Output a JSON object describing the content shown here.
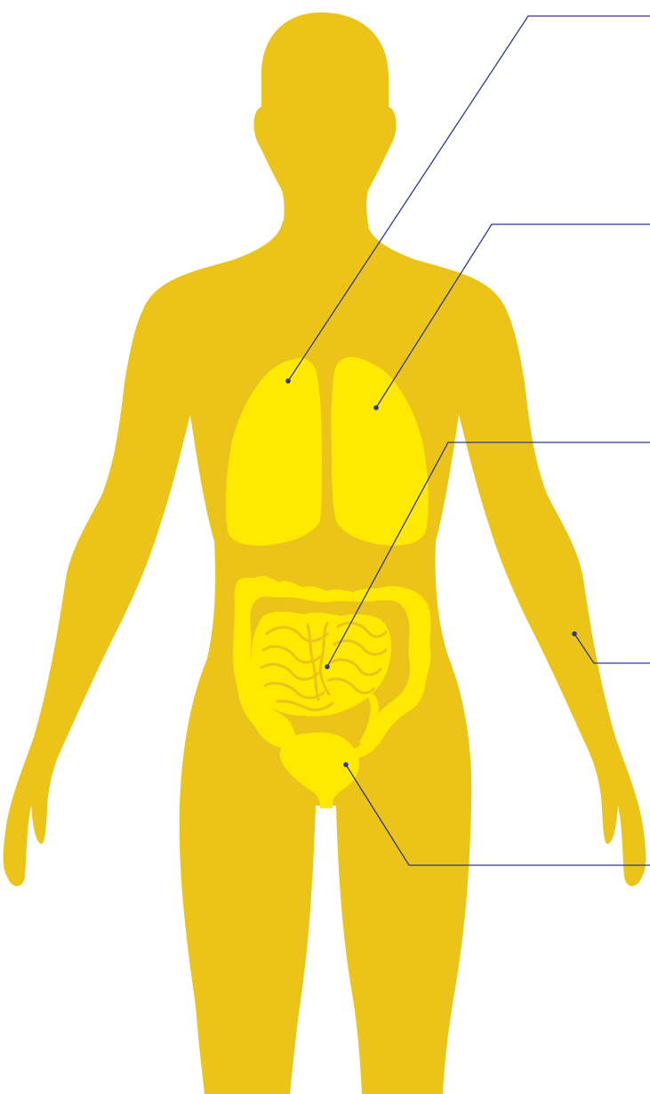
{
  "colors": {
    "background": "#ffffff",
    "body": "#ecc419",
    "organs": "#ffe900",
    "organ_detail": "#ecc419",
    "leader_line": "#2e3a87"
  },
  "figure": {
    "subject": "human-body-silhouette",
    "organs": [
      "lungs",
      "colon",
      "small-intestine",
      "rectum"
    ],
    "callout_count": 5,
    "callout_labels": []
  }
}
